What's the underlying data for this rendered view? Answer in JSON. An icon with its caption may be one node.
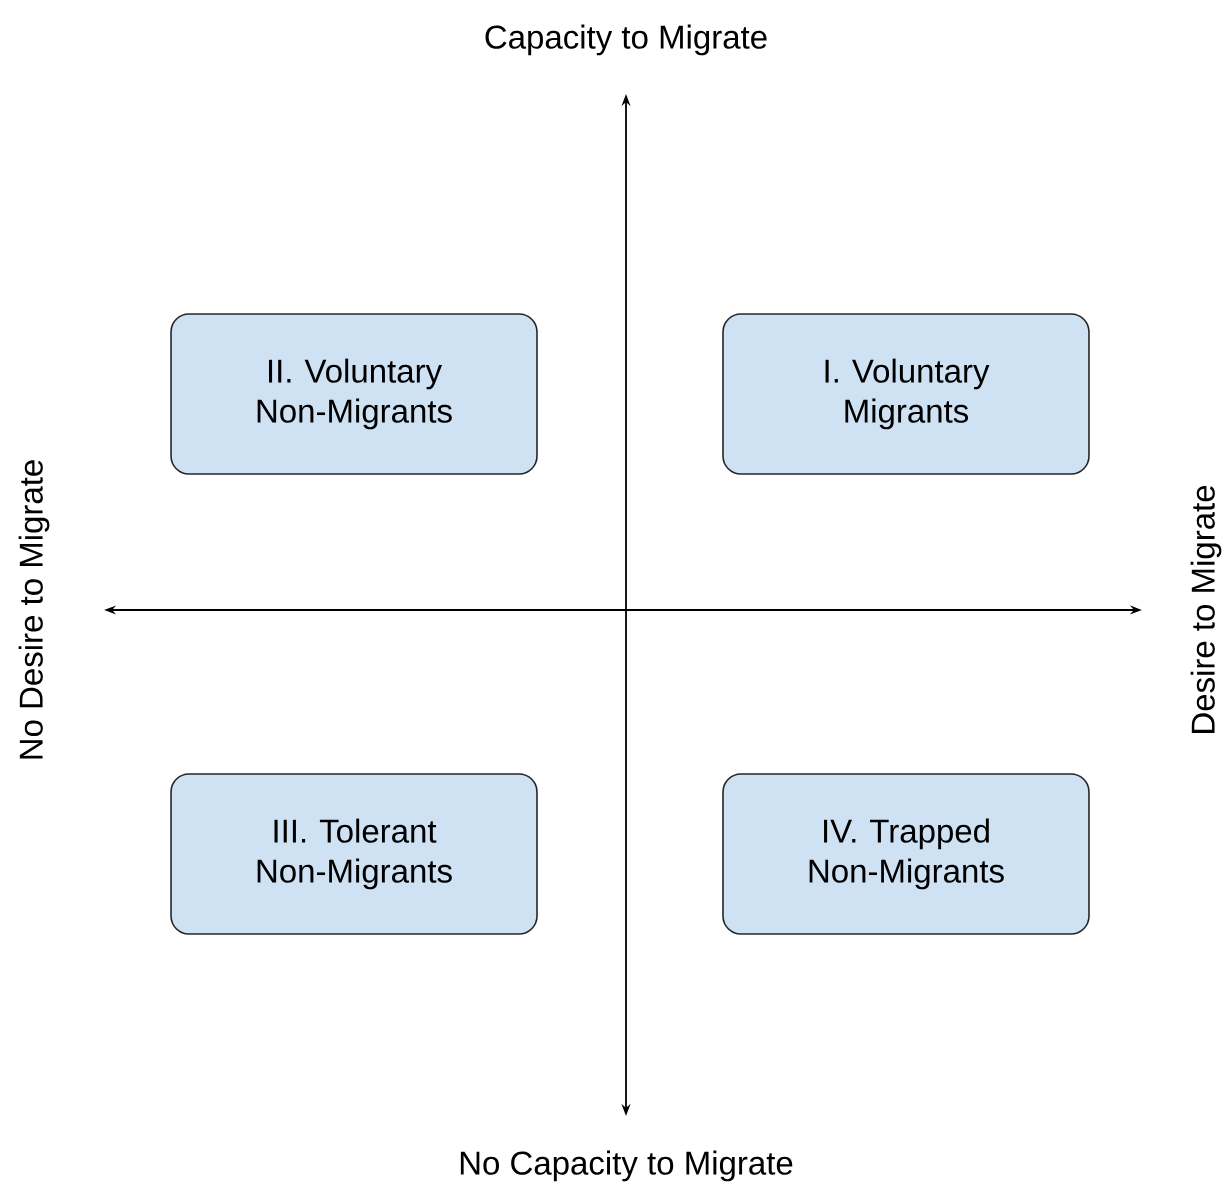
{
  "diagram": {
    "nodes": [
      {
        "text": [
          "II. Voluntary Non-Migrants"
        ]
      },
      {
        "text": [
          "I. Voluntary Migrants"
        ]
      },
      {
        "text": [
          "III. Tolerant Non-Migrants"
        ]
      },
      {
        "text": [
          "IV. Trapped Non-Migrants"
        ]
      }
    ],
    "labels": [
      "Capacity to Migrate",
      "No Desire to Migrate",
      "Desire to Migrate",
      "No Capacity to Migrate"
    ]
  }
}
